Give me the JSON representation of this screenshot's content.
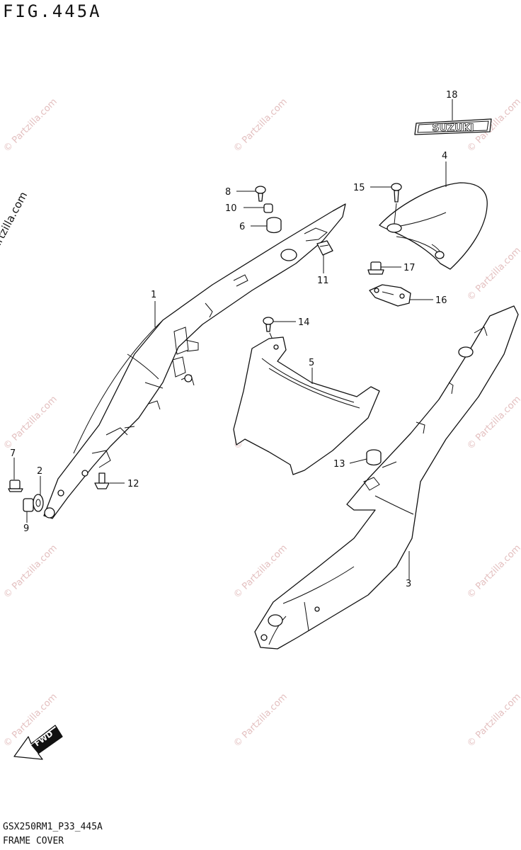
{
  "figure": {
    "title": "FIG.445A",
    "model_code": "GSX250RM1_P33_445A",
    "section_name": "FRAME COVER",
    "vertical_watermark": "© Partzilla.com",
    "watermark_text": "© Partzilla.com",
    "badge_text": "SUZUKI",
    "direction_label": "FWD"
  },
  "callouts": [
    {
      "number": "1"
    },
    {
      "number": "2"
    },
    {
      "number": "3"
    },
    {
      "number": "4"
    },
    {
      "number": "5"
    },
    {
      "number": "6"
    },
    {
      "number": "7"
    },
    {
      "number": "8"
    },
    {
      "number": "9"
    },
    {
      "number": "10"
    },
    {
      "number": "11"
    },
    {
      "number": "12"
    },
    {
      "number": "13"
    },
    {
      "number": "14"
    },
    {
      "number": "15"
    },
    {
      "number": "16"
    },
    {
      "number": "17"
    },
    {
      "number": "18"
    }
  ],
  "colors": {
    "line": "#111111",
    "watermark": "#d8a5a5",
    "background": "#ffffff"
  }
}
